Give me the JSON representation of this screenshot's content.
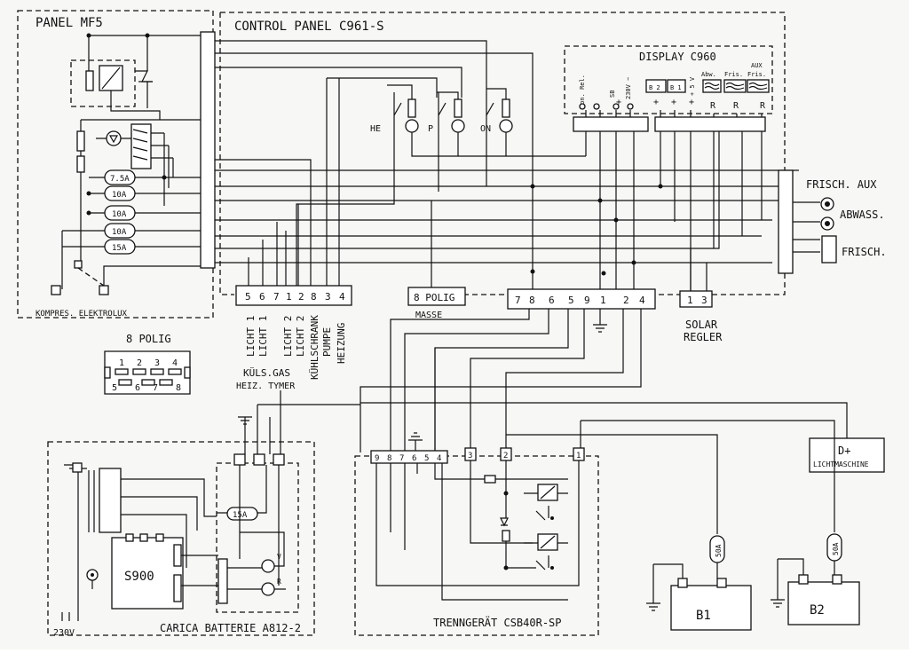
{
  "panels": {
    "mf5_title": "PANEL MF5",
    "mf5_footer": "KOMPRES. ELEKTROLUX",
    "control_title": "CONTROL PANEL C961-S",
    "display_title": "DISPLAY C960",
    "carica_title": "CARICA BATTERIE A812-2",
    "trenn_title": "TRENNGERÄT CSB40R-SP"
  },
  "fuses": [
    "7.5A",
    "10A",
    "10A",
    "10A",
    "15A"
  ],
  "switches": [
    "HE",
    "P",
    "ON"
  ],
  "display_labels": {
    "con_rel": "con. Rel.",
    "sb": "SB",
    "v230": "230V ~",
    "b2": "B 2",
    "b1": "B 1",
    "v5": "+ 5 V",
    "abw": "Abw.",
    "fris": "Fris.",
    "aux": "AUX",
    "aux_fris": "Fris."
  },
  "display_terminals": [
    "+",
    "+",
    "+",
    "+",
    "R",
    "R",
    "R"
  ],
  "tanks": {
    "aux": "FRISCH. AUX",
    "abwass": "ABWASS.",
    "frisch": "FRISCH."
  },
  "connector_a": {
    "pins": [
      "5",
      "6",
      "7",
      "1",
      "2",
      "8",
      "3",
      "4"
    ],
    "labels": [
      "LICHT 1",
      "LICHT 1",
      "LICHT 2",
      "LICHT 2",
      "KÜHLSCHRANK",
      "PUMPE",
      "HEIZUNG"
    ],
    "sub1": "KÜLS.GAS",
    "sub2": "HEIZ. TYMER"
  },
  "connector_masse": {
    "label": "8 POLIG",
    "sub": "MASSE"
  },
  "connector_b": {
    "pins": [
      "7",
      "8",
      "6",
      "5",
      "9",
      "1",
      "2",
      "4"
    ]
  },
  "solar": {
    "pins": [
      "1",
      "3"
    ],
    "label1": "SOLAR",
    "label2": "REGLER"
  },
  "polig": {
    "title": "8 POLIG",
    "top": [
      "1",
      "2",
      "3",
      "4"
    ],
    "bottom": [
      "5",
      "6",
      "7",
      "8"
    ]
  },
  "dplus": {
    "label": "D+",
    "sub": "LICHTMASCHINE"
  },
  "charger": {
    "model": "S900",
    "fuse": "15A",
    "mains": "230V",
    "leds": [
      "V",
      "R"
    ]
  },
  "trenn_pins": [
    "9",
    "8",
    "7",
    "6",
    "5",
    "4"
  ],
  "trenn_side_pins": [
    "3",
    "2",
    "1"
  ],
  "batteries": [
    {
      "name": "B1",
      "fuse": "50A"
    },
    {
      "name": "B2",
      "fuse": "50A"
    }
  ]
}
